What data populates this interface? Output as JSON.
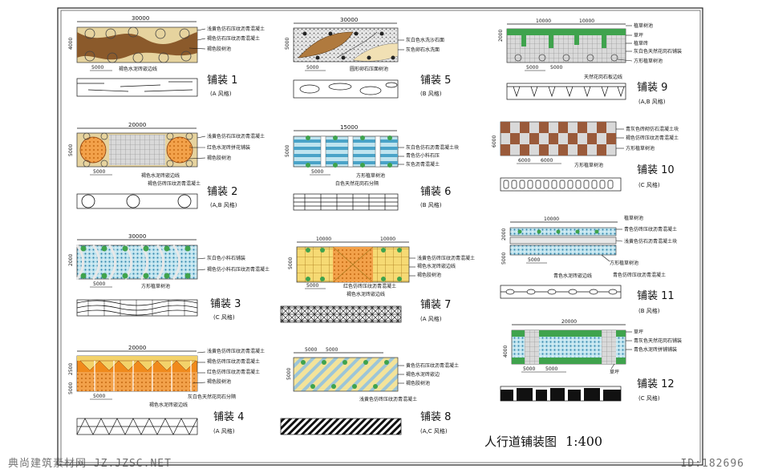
{
  "drawing": {
    "title": "人行道铺装图",
    "scale": "1:400"
  },
  "watermark": {
    "left": "典尚建筑素材网  JZ.JZSC.NET",
    "right": "ID:182696"
  },
  "colors": {
    "brown": "#8b5a2b",
    "tan": "#e3cf96",
    "grey_granite": "#c9c9c9",
    "orange": "#f08a1c",
    "green": "#3fa34d",
    "blue": "#4aa3c8",
    "checker_dark": "#9a5a3a",
    "yellow": "#f3d26a"
  },
  "panels": [
    {
      "id": "p1",
      "name": "铺装 1",
      "style": "(A 风格)",
      "dims": [
        "30000",
        "5000",
        "4000"
      ],
      "labels": [
        "浅黄色仿石压纹沥青混凝土",
        "褐色仿石压纹沥青混凝土",
        "褐色胶树池",
        "褐色水泥砖嵌边线"
      ]
    },
    {
      "id": "p2",
      "name": "铺装 2",
      "style": "(A,B 风格)",
      "dims": [
        "20000",
        "5000",
        "5000"
      ],
      "labels": [
        "浅黄色仿石压纹沥青混凝土",
        "红色水泥砖拼花铺装",
        "褐色胶树池",
        "褐色水泥砖嵌边线",
        "褐色仿砖压纹沥青混凝土"
      ]
    },
    {
      "id": "p3",
      "name": "铺装 3",
      "style": "(C 风格)",
      "dims": [
        "30000",
        "5000",
        "2000"
      ],
      "labels": [
        "灰白色小料石铺装",
        "褐色仿小料石压纹沥青混凝土",
        "方形植草树池"
      ]
    },
    {
      "id": "p4",
      "name": "铺装 4",
      "style": "(A 风格)",
      "dims": [
        "20000",
        "5000",
        "2500"
      ],
      "labels": [
        "浅黄色仿砖压纹沥青混凝土",
        "褐色仿砖压纹沥青混凝土",
        "红色仿砖压纹沥青混凝土",
        "褐色胶树池",
        "灰白色天然花岗石分隔",
        "褐色水泥砖嵌边线"
      ]
    },
    {
      "id": "p5",
      "name": "铺装 5",
      "style": "(B 风格)",
      "dims": [
        "30000",
        "5000",
        "5000"
      ],
      "labels": [
        "灰白色水洗沙石面",
        "灰色卵石水洗面",
        "圆形卵石压面树池"
      ]
    },
    {
      "id": "p6",
      "name": "铺装 6",
      "style": "(B 风格)",
      "dims": [
        "15000",
        "5000",
        "5000"
      ],
      "labels": [
        "灰白色仿石沥青混凝土块",
        "青色仿小料石压",
        "灰色沥青混凝土",
        "方形植草树池",
        "白色天然花岗石分隔"
      ]
    },
    {
      "id": "p7",
      "name": "铺装 7",
      "style": "(A 风格)",
      "dims": [
        "10000",
        "5000",
        "5000"
      ],
      "labels": [
        "浅黄色仿砖压纹沥青混凝土",
        "褐色水泥砖嵌边线",
        "褐色胶树池",
        "红色仿砖压纹沥青混凝土",
        "褐色水泥砖嵌边线"
      ]
    },
    {
      "id": "p8",
      "name": "铺装 8",
      "style": "(A,C 风格)",
      "dims": [
        "5000",
        "5000"
      ],
      "labels": [
        "黄色仿石压纹沥青混凝土",
        "褐色水泥砖嵌边",
        "褐色胶树池",
        "浅黄色仿砖压纹沥青混凝土"
      ]
    },
    {
      "id": "p9",
      "name": "铺装 9",
      "style": "(A,B 风格)",
      "dims": [
        "10000",
        "10000",
        "2000",
        "5000",
        "5000"
      ],
      "labels": [
        "植草树池",
        "草坪",
        "植草砖",
        "灰白色天然花岗石铺装",
        "方形植草树池",
        "天然花岗石板边线"
      ]
    },
    {
      "id": "p10",
      "name": "铺装 10",
      "style": "(C 风格)",
      "dims": [
        "6000",
        "6000",
        "6000"
      ],
      "labels": [
        "青灰色砖砌仿石混凝土块",
        "褐色仿砖压纹沥青混凝土",
        "方形植草树池",
        "方形植草树池"
      ]
    },
    {
      "id": "p11",
      "name": "铺装 11",
      "style": "(B 风格)",
      "dims": [
        "10000",
        "2000",
        "5000",
        "5000"
      ],
      "labels": [
        "植草树池",
        "青色仿砖压纹沥青混凝土",
        "浅黄色仿石沥青混凝土块",
        "方形植草树池",
        "青色水泥砖嵌边线",
        "青色仿砖压纹沥青混凝土"
      ]
    },
    {
      "id": "p12",
      "name": "铺装 12",
      "style": "(C 风格)",
      "dims": [
        "20000",
        "5000",
        "5000",
        "4000"
      ],
      "labels": [
        "草坪",
        "青灰色天然花岗石铺装",
        "青色水泥砖拼铺铺装",
        "草坪"
      ]
    }
  ]
}
